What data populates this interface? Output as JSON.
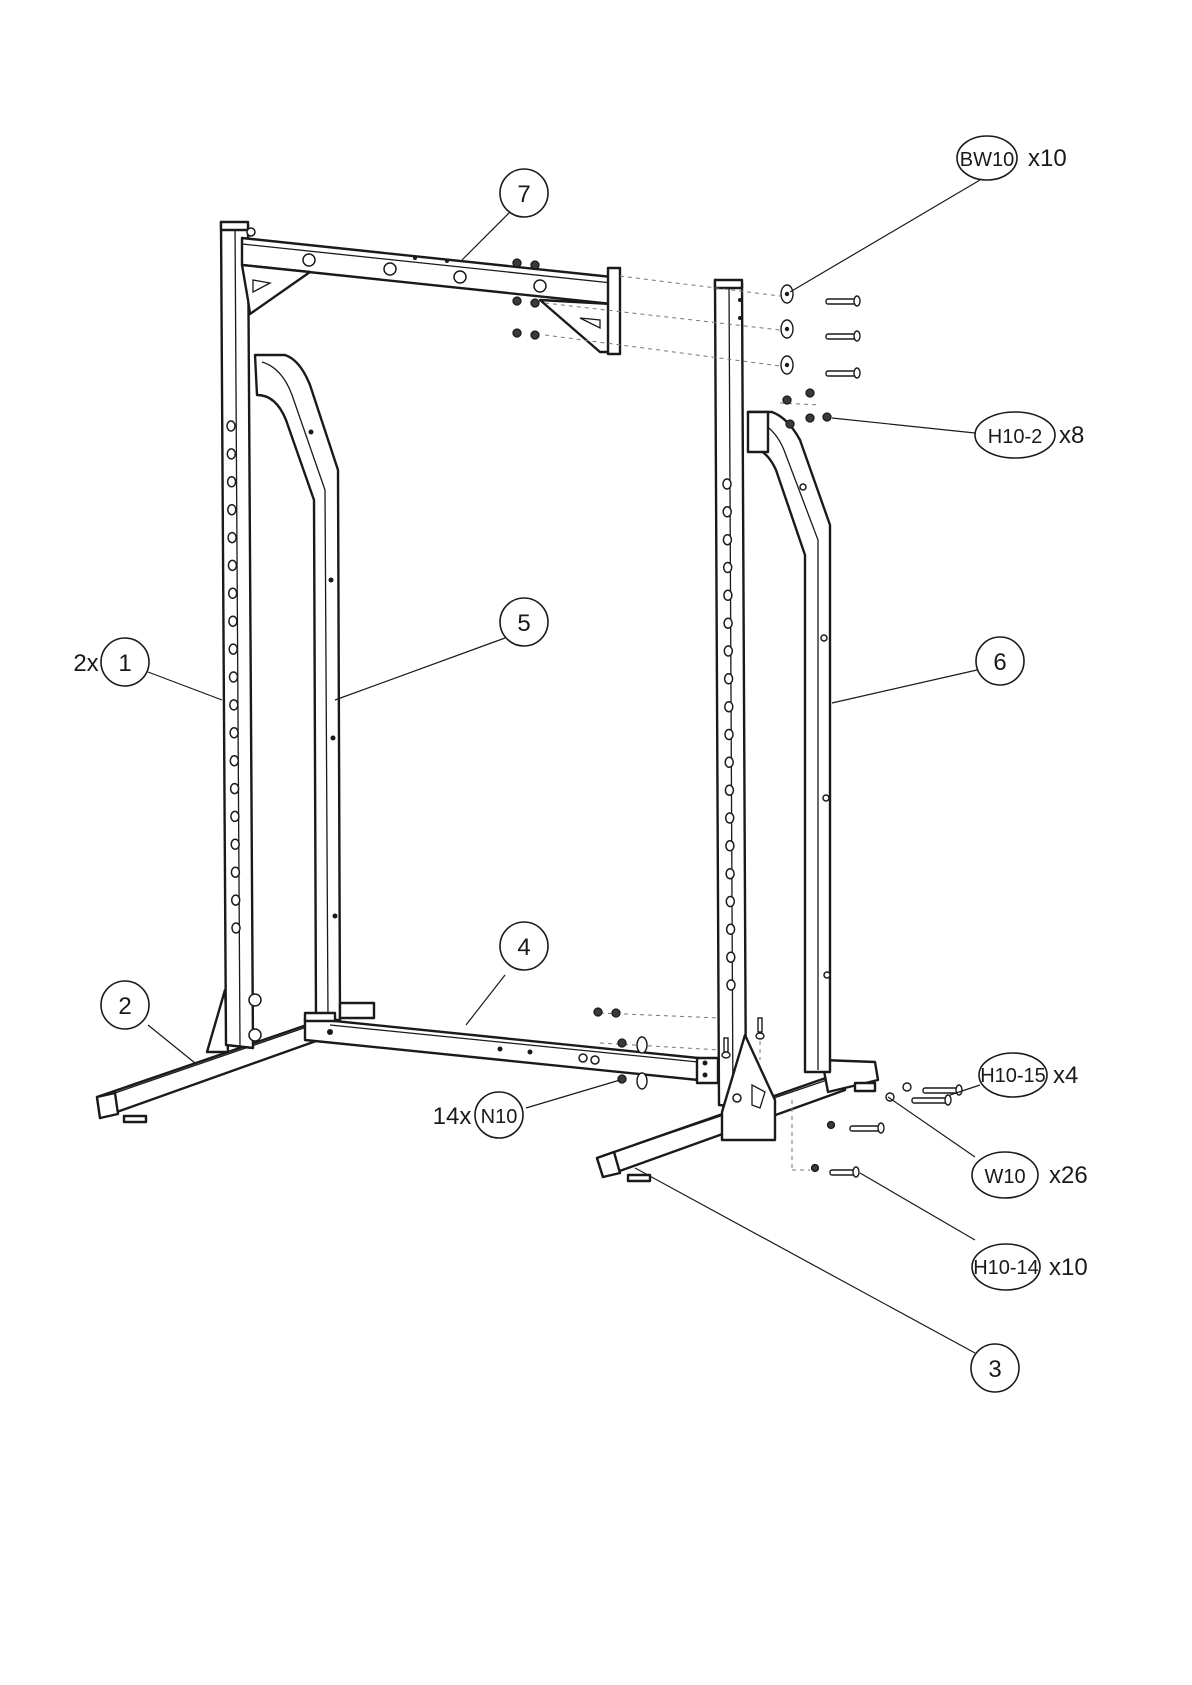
{
  "parts": {
    "upright": {
      "number": "1",
      "quantity": "2x"
    },
    "left_base": {
      "number": "2"
    },
    "right_base": {
      "number": "3"
    },
    "base_crossbar": {
      "number": "4"
    },
    "left_support": {
      "number": "5"
    },
    "right_support": {
      "number": "6"
    },
    "top_crossbar": {
      "number": "7"
    }
  },
  "hardware": {
    "BW10": {
      "code": "BW10",
      "quantity": "x10"
    },
    "H10_2": {
      "code": "H10-2",
      "quantity": "x8"
    },
    "H10_15": {
      "code": "H10-15",
      "quantity": "x4"
    },
    "W10": {
      "code": "W10",
      "quantity": "x26"
    },
    "H10_14": {
      "code": "H10-14",
      "quantity": "x10"
    },
    "N10": {
      "code": "N10",
      "quantity": "14x"
    }
  },
  "colors": {
    "line": "#1a1a1a",
    "background": "#ffffff"
  }
}
